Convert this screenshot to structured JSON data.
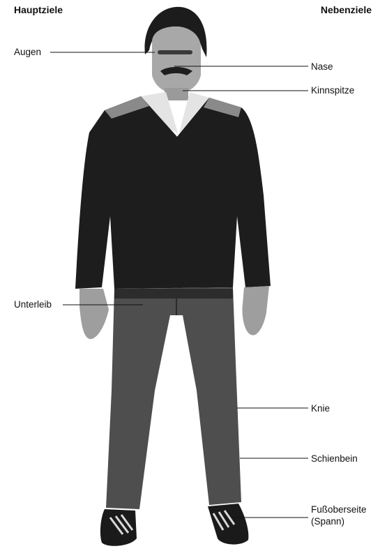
{
  "headings": {
    "left": "Hauptziele",
    "right": "Nebenziele"
  },
  "left_targets": {
    "eyes": "Augen",
    "abdomen": "Unterleib"
  },
  "right_targets": {
    "nose": "Nase",
    "chin": "Kinnspitze",
    "knee": "Knie",
    "shin": "Schienbein",
    "instep_line1": "Fußoberseite",
    "instep_line2": "(Spann)"
  }
}
